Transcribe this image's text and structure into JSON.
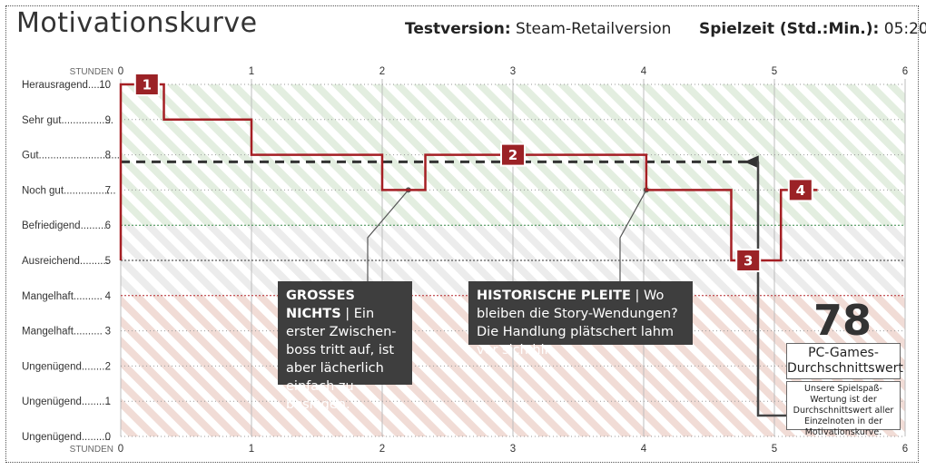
{
  "header": {
    "title": "Motivationskurve",
    "test_label": "Testversion:",
    "test_value": "Steam-Retailversion",
    "time_label": "Spielzeit (Std.:Min.):",
    "time_value": "05:20"
  },
  "colors": {
    "curve": "#a51f24",
    "marker": "#9b2226",
    "average": "#333333",
    "green_zone": "#7fb47f",
    "red_zone": "#d9a79a",
    "callout_bg": "#3e3e3e"
  },
  "score": {
    "value": "78",
    "label": "PC-Games-Durchschnittswert",
    "description": "Unsere Spielspaß-Wertung ist der Durchschnittswert aller Einzelnoten in der Motivationskurve."
  },
  "callouts": [
    {
      "title": "GROSSES NICHTS",
      "text": "Ein erster Zwischen-boss tritt auf, ist aber lächerlich einfach zu besiegen.",
      "point": [
        2.2,
        7
      ]
    },
    {
      "title": "HISTORISCHE PLEITE",
      "text": "Wo bleiben die Story-Wendungen? Die Handlung plätschert lahm vor sich hin.",
      "point": [
        4.02,
        7
      ]
    }
  ],
  "chart_data": {
    "type": "line",
    "xlabel": "STUNDEN",
    "xlim": [
      0,
      6
    ],
    "ylim": [
      0,
      10
    ],
    "x_ticks": [
      "0",
      "1",
      "2",
      "3",
      "4",
      "5",
      "6"
    ],
    "y_ticks": [
      {
        "value": 10,
        "label": "Herausragend",
        "dots": ".......",
        "num": "10"
      },
      {
        "value": 9,
        "label": "Sehr gut",
        "dots": "..................",
        "num": "9"
      },
      {
        "value": 8,
        "label": "Gut",
        "dots": "............................",
        "num": "8"
      },
      {
        "value": 7,
        "label": "Noch gut",
        "dots": "..................",
        "num": "7"
      },
      {
        "value": 6,
        "label": "Befriedigend",
        "dots": ".........",
        "num": "6"
      },
      {
        "value": 5,
        "label": "Ausreichend",
        "dots": "..........",
        "num": "5"
      },
      {
        "value": 4,
        "label": "Mangelhaft",
        "dots": "..........",
        "num": "4"
      },
      {
        "value": 3,
        "label": "Mangelhaft",
        "dots": "..........",
        "num": "3"
      },
      {
        "value": 2,
        "label": "Ungenügend",
        "dots": "..........",
        "num": "2"
      },
      {
        "value": 1,
        "label": "Ungenügend",
        "dots": "..........",
        "num": "1"
      },
      {
        "value": 0,
        "label": "Ungenügend",
        "dots": "..........",
        "num": "0"
      }
    ],
    "series": [
      {
        "points": [
          [
            0,
            5
          ],
          [
            0,
            10
          ],
          [
            0.33,
            10
          ],
          [
            0.33,
            9
          ],
          [
            1,
            9
          ],
          [
            1,
            8
          ],
          [
            2,
            8
          ],
          [
            2,
            7
          ],
          [
            2.33,
            7
          ],
          [
            2.33,
            8
          ],
          [
            4.02,
            8
          ],
          [
            4.02,
            7
          ],
          [
            4.67,
            7
          ],
          [
            4.67,
            5
          ],
          [
            5.05,
            5
          ],
          [
            5.05,
            7
          ],
          [
            5.33,
            7
          ]
        ]
      }
    ],
    "average": 7.8,
    "zones": {
      "green_top": [
        6,
        10
      ],
      "red_bottom": [
        0,
        4
      ]
    },
    "markers": [
      {
        "label": "1",
        "x": 0.2,
        "y": 10
      },
      {
        "label": "2",
        "x": 3.0,
        "y": 8
      },
      {
        "label": "3",
        "x": 4.8,
        "y": 5
      },
      {
        "label": "4",
        "x": 5.2,
        "y": 7
      }
    ],
    "grid": true,
    "legend": "none"
  }
}
